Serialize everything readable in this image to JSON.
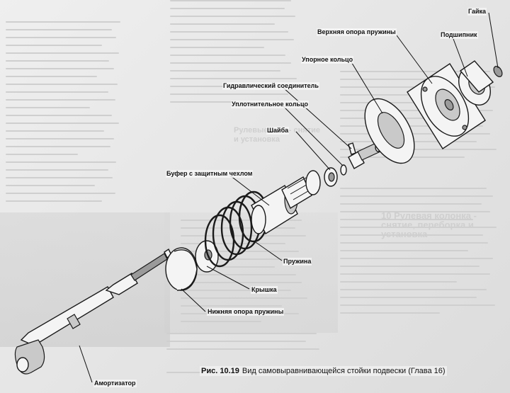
{
  "labels": {
    "nut": "Гайка",
    "bearing": "Подшипник",
    "upper_spring_mount": "Верхняя опора пружины",
    "thrust_ring": "Упорное кольцо",
    "hydraulic_connector": "Гидравлический соединитель",
    "seal_ring": "Уплотнительное кольцо",
    "washer": "Шайба",
    "buffer_with_boot": "Буфер с защитным чехлом",
    "spring": "Пружина",
    "cap": "Крышка",
    "lower_spring_mount": "Нижняя опора пружины",
    "shock_absorber": "Амортизатор"
  },
  "caption": {
    "figure_number": "Рис. 10.19",
    "text": "Вид самовыравнивающейся стойки подвески (Глава 16)"
  },
  "background_text": {
    "heading_1": "10 Рулевая колонка - снятие, переборка и установка",
    "heading_2": "Рулевые тяги - снятие и установка"
  }
}
